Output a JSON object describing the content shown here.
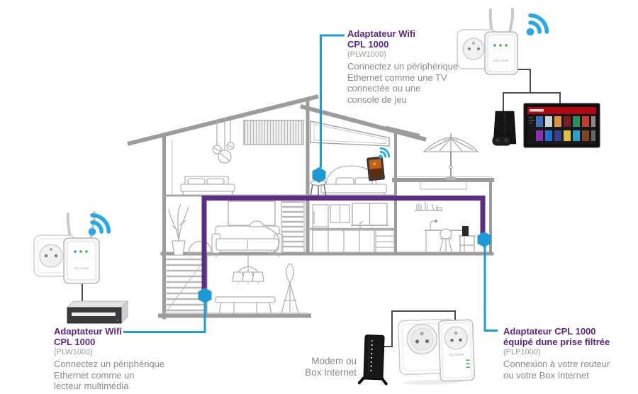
{
  "brand": "NETGEAR",
  "callouts": {
    "wifi_top": {
      "title_line1": "Adaptateur Wifi",
      "title_line2": "CPL 1000",
      "model": "(PLW1000)",
      "desc": [
        "Connectez un périphérique",
        "Ethernet comme une TV",
        "connectée ou une",
        "console de jeu"
      ]
    },
    "wifi_left": {
      "title_line1": "Adaptateur Wifi",
      "title_line2": "CPL 1000",
      "model": "(PLW1000)",
      "desc": [
        "Connectez un périphérique",
        "Ethernet comme un",
        "lecteur multimédia"
      ]
    },
    "cpl_right": {
      "title_line1": "Adaptateur CPL 1000",
      "title_line2": "équipé dune prise filtrée",
      "model": "(PLP1000)",
      "desc": [
        "Connexion à votre routeur",
        "ou votre Box Internet"
      ]
    }
  },
  "labels": {
    "modem_line1": "Modem ou",
    "modem_line2": "Box Internet"
  },
  "colors": {
    "cable_purple": "#5b2d84",
    "line_blue": "#1b9cd9",
    "node_blue": "#1b9ad6",
    "wifi_blue": "#29a9e1",
    "title_purple": "#5b2786",
    "body_gray": "#8a8a8a"
  }
}
